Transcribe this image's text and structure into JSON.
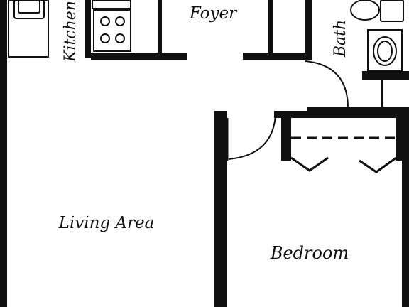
{
  "plan": {
    "rooms": {
      "foyer": "Foyer",
      "kitchen": "Kitchen",
      "bath": "Bath",
      "living": "Living Area",
      "bedroom": "Bedroom"
    }
  },
  "colors": {
    "wall": "#111111",
    "background": "#ffffff"
  }
}
